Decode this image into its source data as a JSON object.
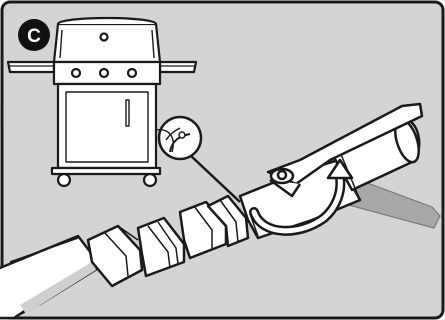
{
  "step": {
    "label": "C"
  },
  "colors": {
    "background": "#d4d4d4",
    "border": "#1a1a1a",
    "badge": "#111111",
    "part_fill": "#ffffff",
    "shadow": "#bfbfbf",
    "handle_ghost": "#a8a8a8"
  },
  "parts": {
    "grill": "gas-grill-illustration",
    "callout": "hose-connection-callout",
    "valve": "gas-valve-with-lever",
    "arrow": "rotate-lever-arrow",
    "hose": "gas-hose"
  }
}
